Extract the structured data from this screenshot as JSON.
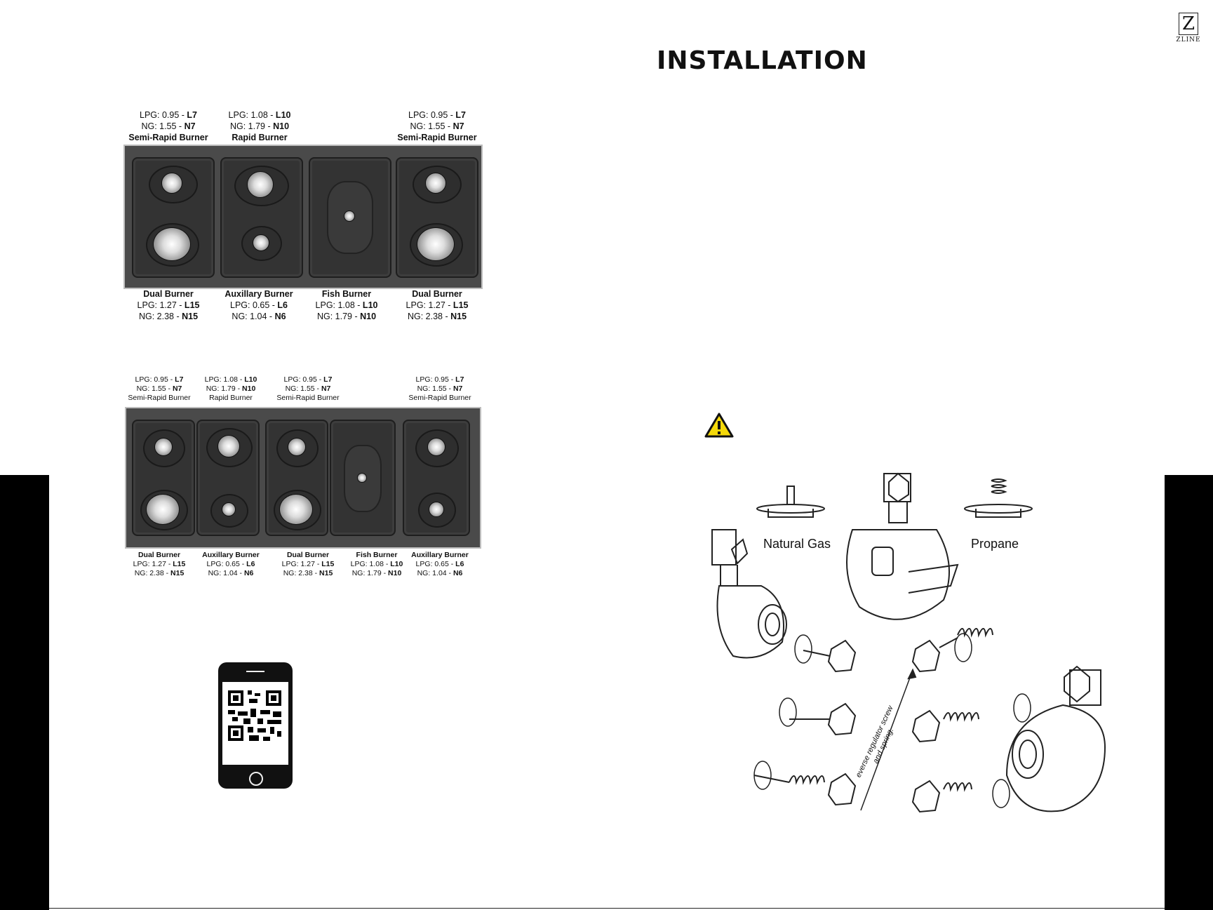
{
  "header": {
    "title": "INSTALLATION",
    "logo_letter": "Z",
    "logo_text": "ZLINE"
  },
  "cooktop_top": {
    "top_labels": [
      {
        "lpg": "LPG: 0.95 - ",
        "lpg_code": "L7",
        "ng": "NG: 1.55 - ",
        "ng_code": "N7",
        "name": "Semi-Rapid Burner"
      },
      {
        "lpg": "LPG: 1.08 - ",
        "lpg_code": "L10",
        "ng": "NG: 1.79 - ",
        "ng_code": "N10",
        "name": "Rapid Burner"
      },
      {
        "lpg": "LPG: 0.95 - ",
        "lpg_code": "L7",
        "ng": "NG: 1.55 - ",
        "ng_code": "N7",
        "name": "Semi-Rapid Burner"
      }
    ],
    "bottom_labels": [
      {
        "name": "Dual Burner",
        "lpg": "LPG: 1.27 - ",
        "lpg_code": "L15",
        "ng": "NG: 2.38 - ",
        "ng_code": "N15"
      },
      {
        "name": "Auxillary Burner",
        "lpg": "LPG: 0.65 - ",
        "lpg_code": "L6",
        "ng": "NG: 1.04 - ",
        "ng_code": "N6"
      },
      {
        "name": "Fish Burner",
        "lpg": "LPG: 1.08 - ",
        "lpg_code": "L10",
        "ng": "NG: 1.79 - ",
        "ng_code": "N10"
      },
      {
        "name": "Dual Burner",
        "lpg": "LPG: 1.27 - ",
        "lpg_code": "L15",
        "ng": "NG: 2.38 - ",
        "ng_code": "N15"
      }
    ]
  },
  "cooktop_bottom": {
    "top_labels": [
      {
        "lpg": "LPG: 0.95 - ",
        "lpg_code": "L7",
        "ng": "NG: 1.55 - ",
        "ng_code": "N7",
        "name": "Semi-Rapid Burner"
      },
      {
        "lpg": "LPG: 1.08 - ",
        "lpg_code": "L10",
        "ng": "NG: 1.79 - ",
        "ng_code": "N10",
        "name": "Rapid Burner"
      },
      {
        "lpg": "LPG: 0.95 - ",
        "lpg_code": "L7",
        "ng": "NG: 1.55 - ",
        "ng_code": "N7",
        "name": "Semi-Rapid Burner"
      },
      {
        "lpg": "LPG: 0.95 - ",
        "lpg_code": "L7",
        "ng": "NG: 1.55 - ",
        "ng_code": "N7",
        "name": "Semi-Rapid Burner"
      }
    ],
    "bottom_labels": [
      {
        "name": "Dual Burner",
        "lpg": "LPG: 1.27 - ",
        "lpg_code": "L15",
        "ng": "NG: 2.38 - ",
        "ng_code": "N15"
      },
      {
        "name": "Auxillary Burner",
        "lpg": "LPG: 0.65 - ",
        "lpg_code": "L6",
        "ng": "NG: 1.04 - ",
        "ng_code": "N6"
      },
      {
        "name": "Dual Burner",
        "lpg": "LPG: 1.27 - ",
        "lpg_code": "L15",
        "ng": "NG: 2.38 - ",
        "ng_code": "N15"
      },
      {
        "name": "Fish Burner",
        "lpg": "LPG: 1.08 - ",
        "lpg_code": "L10",
        "ng": "NG: 1.79 - ",
        "ng_code": "N10"
      },
      {
        "name": "Auxillary Burner",
        "lpg": "LPG: 0.65 - ",
        "lpg_code": "L6",
        "ng": "NG: 1.04 - ",
        "ng_code": "N6"
      }
    ]
  },
  "regulator": {
    "natural_gas_label": "Natural Gas",
    "propane_label": "Propane",
    "instruction": "everse regulator screw and spring."
  },
  "icons": {
    "warning": "warning-triangle-icon",
    "phone": "smartphone-qr-icon"
  }
}
